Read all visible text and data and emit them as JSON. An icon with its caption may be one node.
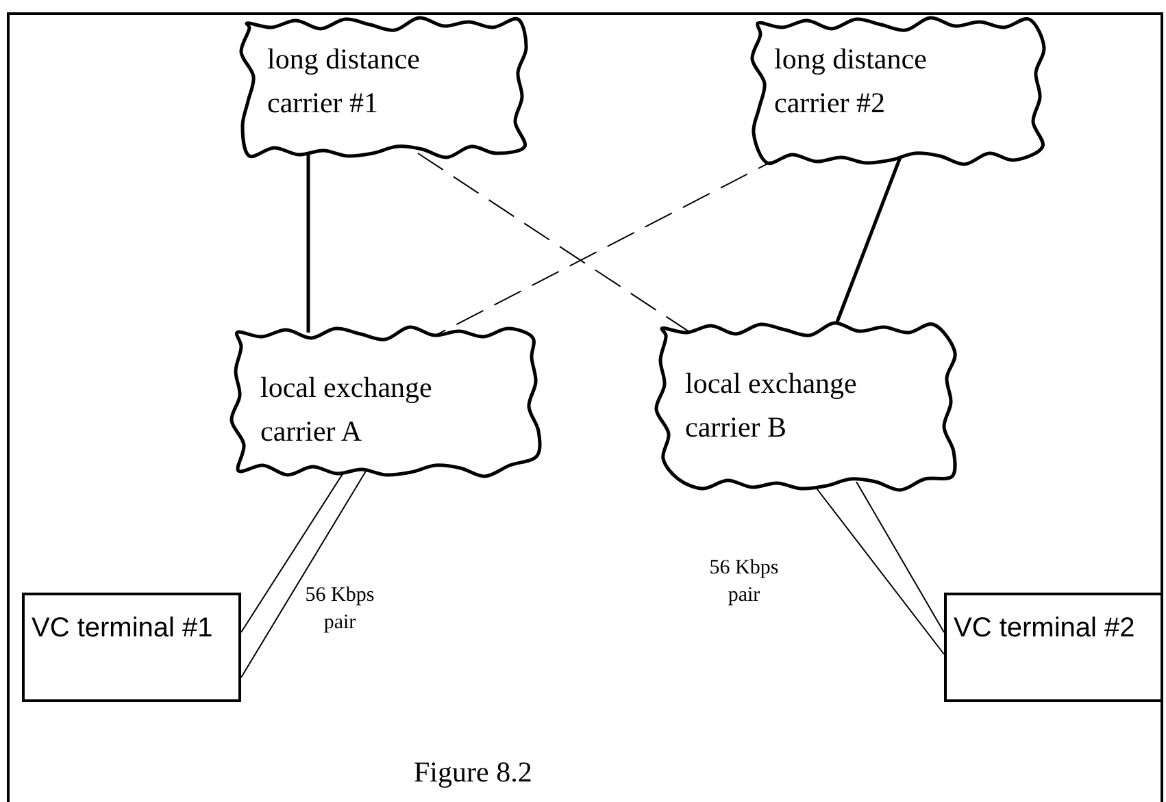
{
  "diagram": {
    "caption": "Figure 8.2",
    "nodes": [
      {
        "text": [
          "long distance carrier #1"
        ]
      },
      {
        "text": [
          "long distance carrier #2"
        ]
      },
      {
        "text": [
          "local exchange carrier A"
        ]
      },
      {
        "text": [
          "local exchange carrier B"
        ]
      },
      {
        "text": [
          "VC terminal #1"
        ]
      },
      {
        "text": [
          "VC terminal #2"
        ]
      }
    ],
    "edges": [
      {
        "from": 0,
        "to": 2,
        "arrow": "none",
        "style": "thick"
      },
      {
        "from": 0,
        "to": 3,
        "arrow": "none",
        "style": "dashed"
      },
      {
        "from": 1,
        "to": 2,
        "arrow": "none",
        "style": "dashed"
      },
      {
        "from": 1,
        "to": 3,
        "arrow": "none",
        "style": "thick"
      },
      {
        "from": 2,
        "to": 4,
        "arrow": "none"
      },
      {
        "from": 2,
        "to": 4,
        "arrow": "none"
      },
      {
        "from": 3,
        "to": 5,
        "arrow": "none"
      },
      {
        "from": 3,
        "to": 5,
        "arrow": "none"
      }
    ],
    "labels": [
      "56 Kbps pair",
      "56 Kbps pair"
    ]
  }
}
